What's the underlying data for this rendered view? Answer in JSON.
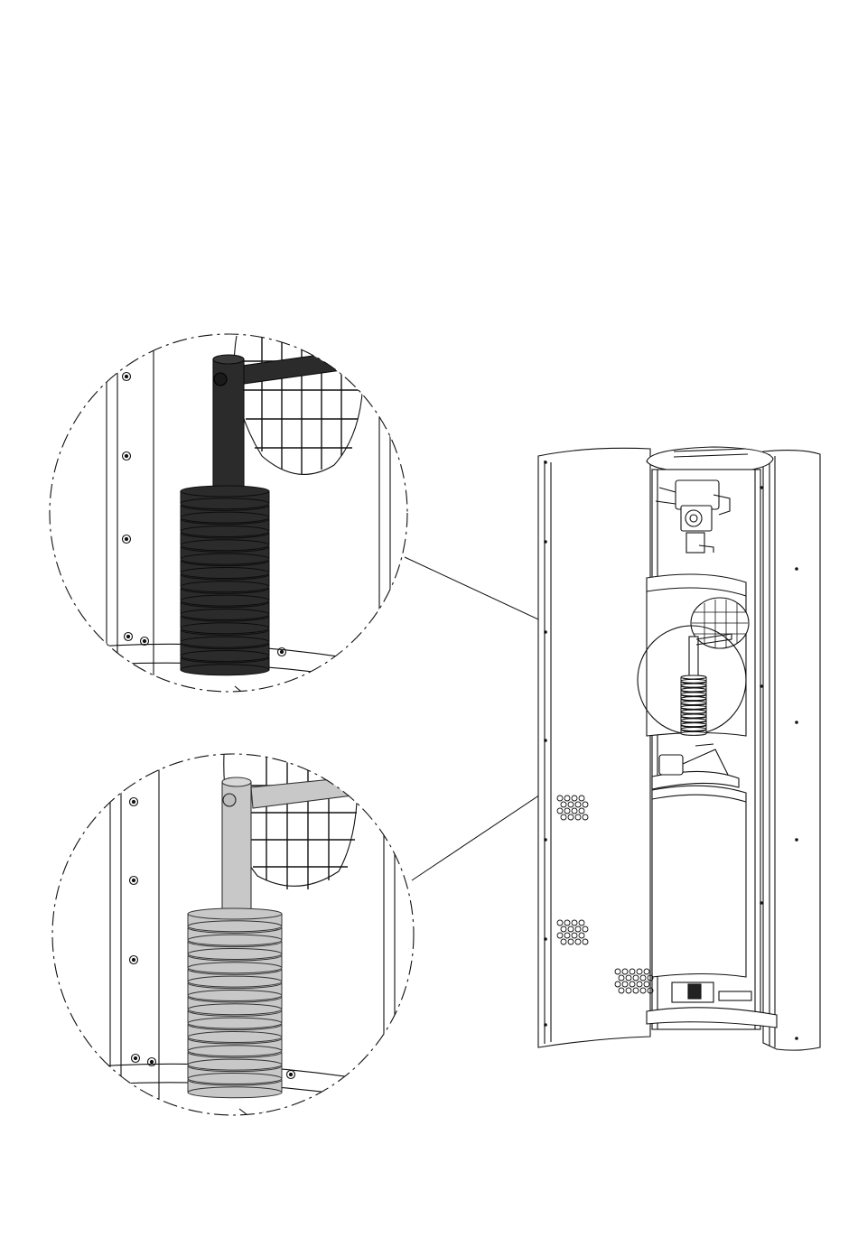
{
  "figure": {
    "colors": {
      "line": "#111111",
      "dark_fill": "#2b2b2b",
      "dark_stroke": "#0c0c0c",
      "light_fill": "#c8c8c8",
      "light_stroke": "#333333",
      "background": "#ffffff"
    },
    "parts": {
      "heater": "heater-cabinet",
      "detail_top": "detail-view-dark-stack",
      "detail_bottom": "detail-view-light-stack"
    },
    "stack": {
      "disk_count": 13
    }
  }
}
